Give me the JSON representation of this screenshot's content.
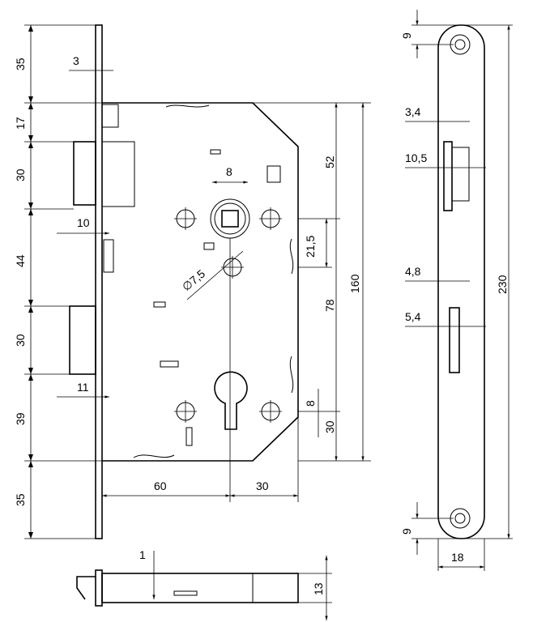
{
  "dimensions": {
    "left_35_top": "35",
    "plate_3": "3",
    "left_17": "17",
    "left_30_top": "30",
    "latch_10": "10",
    "left_44": "44",
    "left_30_mid": "30",
    "bolt_11": "11",
    "left_39": "39",
    "left_35_bottom": "35",
    "spindle_8": "8",
    "dim_52": "52",
    "dim_21_5": "21,5",
    "dim_78": "78",
    "dim_160": "160",
    "dim_8_key": "8",
    "dim_30_right": "30",
    "backset_60": "60",
    "bottom_30": "30",
    "dia_7_5": "∅7,5",
    "bottom_1": "1",
    "bottom_13": "13",
    "side_9_top": "9",
    "side_3_4": "3,4",
    "side_10_5": "10,5",
    "side_4_8": "4,8",
    "side_5_4": "5,4",
    "side_230": "230",
    "side_9_bottom": "9",
    "side_18": "18"
  }
}
